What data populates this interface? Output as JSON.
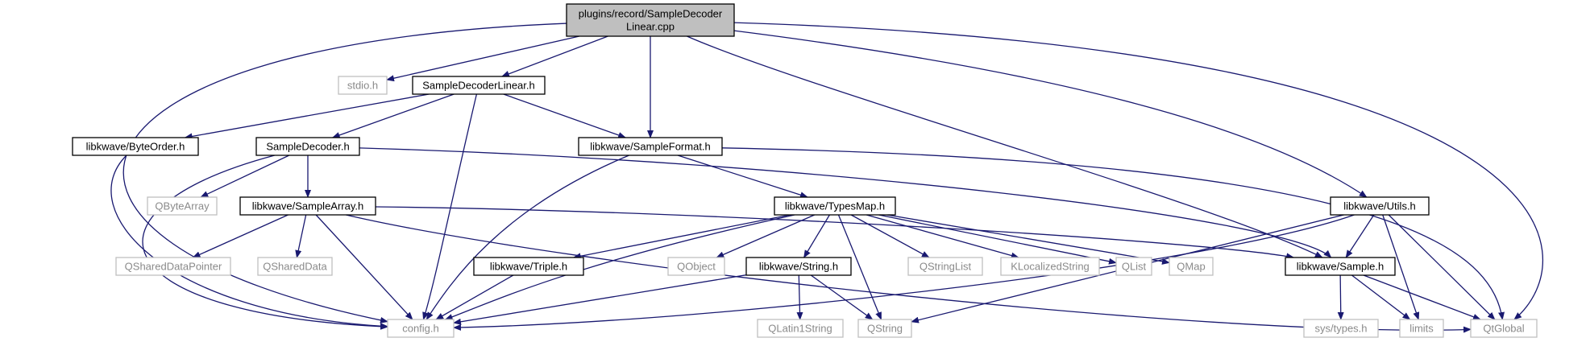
{
  "colors": {
    "root_fill": "#bfbfbf",
    "root_stroke": "#000000",
    "node_fill": "#ffffff",
    "node_stroke": "#000000",
    "ext_stroke": "#bfbfbf",
    "edge": "#191970"
  },
  "nodes": [
    {
      "id": "root",
      "kind": "root",
      "lines": [
        "plugins/record/SampleDecoder",
        "Linear.cpp"
      ]
    },
    {
      "id": "stdio",
      "kind": "ext",
      "lines": [
        "stdio.h"
      ]
    },
    {
      "id": "sdl",
      "kind": "node",
      "lines": [
        "SampleDecoderLinear.h"
      ]
    },
    {
      "id": "byteorder",
      "kind": "node",
      "lines": [
        "libkwave/ByteOrder.h"
      ]
    },
    {
      "id": "sd",
      "kind": "node",
      "lines": [
        "SampleDecoder.h"
      ]
    },
    {
      "id": "sformat",
      "kind": "node",
      "lines": [
        "libkwave/SampleFormat.h"
      ]
    },
    {
      "id": "qbytearray",
      "kind": "ext",
      "lines": [
        "QByteArray"
      ]
    },
    {
      "id": "sarray",
      "kind": "node",
      "lines": [
        "libkwave/SampleArray.h"
      ]
    },
    {
      "id": "typesmap",
      "kind": "node",
      "lines": [
        "libkwave/TypesMap.h"
      ]
    },
    {
      "id": "utils",
      "kind": "node",
      "lines": [
        "libkwave/Utils.h"
      ]
    },
    {
      "id": "qsdp",
      "kind": "ext",
      "lines": [
        "QSharedDataPointer"
      ]
    },
    {
      "id": "qsd",
      "kind": "ext",
      "lines": [
        "QSharedData"
      ]
    },
    {
      "id": "triple",
      "kind": "node",
      "lines": [
        "libkwave/Triple.h"
      ]
    },
    {
      "id": "qobject",
      "kind": "ext",
      "lines": [
        "QObject"
      ]
    },
    {
      "id": "string",
      "kind": "node",
      "lines": [
        "libkwave/String.h"
      ]
    },
    {
      "id": "qstringlist",
      "kind": "ext",
      "lines": [
        "QStringList"
      ]
    },
    {
      "id": "kls",
      "kind": "ext",
      "lines": [
        "KLocalizedString"
      ]
    },
    {
      "id": "qlist",
      "kind": "ext",
      "lines": [
        "QList"
      ]
    },
    {
      "id": "qmap",
      "kind": "ext",
      "lines": [
        "QMap"
      ]
    },
    {
      "id": "sample",
      "kind": "node",
      "lines": [
        "libkwave/Sample.h"
      ]
    },
    {
      "id": "config",
      "kind": "ext",
      "lines": [
        "config.h"
      ]
    },
    {
      "id": "qlatin1",
      "kind": "ext",
      "lines": [
        "QLatin1String"
      ]
    },
    {
      "id": "qstring",
      "kind": "ext",
      "lines": [
        "QString"
      ]
    },
    {
      "id": "systypes",
      "kind": "ext",
      "lines": [
        "sys/types.h"
      ]
    },
    {
      "id": "limits",
      "kind": "ext",
      "lines": [
        "limits"
      ]
    },
    {
      "id": "qglobal",
      "kind": "ext",
      "lines": [
        "QtGlobal"
      ]
    }
  ],
  "edges": [
    {
      "from": "root",
      "to": "config"
    },
    {
      "from": "root",
      "to": "stdio"
    },
    {
      "from": "root",
      "to": "sdl"
    },
    {
      "from": "root",
      "to": "sformat"
    },
    {
      "from": "root",
      "to": "sample"
    },
    {
      "from": "root",
      "to": "utils"
    },
    {
      "from": "root",
      "to": "qglobal"
    },
    {
      "from": "sdl",
      "to": "byteorder"
    },
    {
      "from": "sdl",
      "to": "sd"
    },
    {
      "from": "sdl",
      "to": "sformat"
    },
    {
      "from": "sdl",
      "to": "config"
    },
    {
      "from": "byteorder",
      "to": "config"
    },
    {
      "from": "sd",
      "to": "qbytearray"
    },
    {
      "from": "sd",
      "to": "sarray"
    },
    {
      "from": "sd",
      "to": "sample"
    },
    {
      "from": "sd",
      "to": "config"
    },
    {
      "from": "sformat",
      "to": "typesmap"
    },
    {
      "from": "sformat",
      "to": "config"
    },
    {
      "from": "sformat",
      "to": "qglobal"
    },
    {
      "from": "sarray",
      "to": "qsdp"
    },
    {
      "from": "sarray",
      "to": "qsd"
    },
    {
      "from": "sarray",
      "to": "config"
    },
    {
      "from": "sarray",
      "to": "sample"
    },
    {
      "from": "sarray",
      "to": "qglobal"
    },
    {
      "from": "typesmap",
      "to": "triple"
    },
    {
      "from": "typesmap",
      "to": "config"
    },
    {
      "from": "typesmap",
      "to": "qobject"
    },
    {
      "from": "typesmap",
      "to": "string"
    },
    {
      "from": "typesmap",
      "to": "qstring"
    },
    {
      "from": "typesmap",
      "to": "qstringlist"
    },
    {
      "from": "typesmap",
      "to": "kls"
    },
    {
      "from": "typesmap",
      "to": "qlist"
    },
    {
      "from": "typesmap",
      "to": "qmap"
    },
    {
      "from": "triple",
      "to": "config"
    },
    {
      "from": "string",
      "to": "config"
    },
    {
      "from": "string",
      "to": "qlatin1"
    },
    {
      "from": "string",
      "to": "qstring"
    },
    {
      "from": "utils",
      "to": "sample"
    },
    {
      "from": "utils",
      "to": "config"
    },
    {
      "from": "utils",
      "to": "qstring"
    },
    {
      "from": "utils",
      "to": "limits"
    },
    {
      "from": "utils",
      "to": "qglobal"
    },
    {
      "from": "sample",
      "to": "systypes"
    },
    {
      "from": "sample",
      "to": "limits"
    },
    {
      "from": "sample",
      "to": "qglobal"
    }
  ]
}
